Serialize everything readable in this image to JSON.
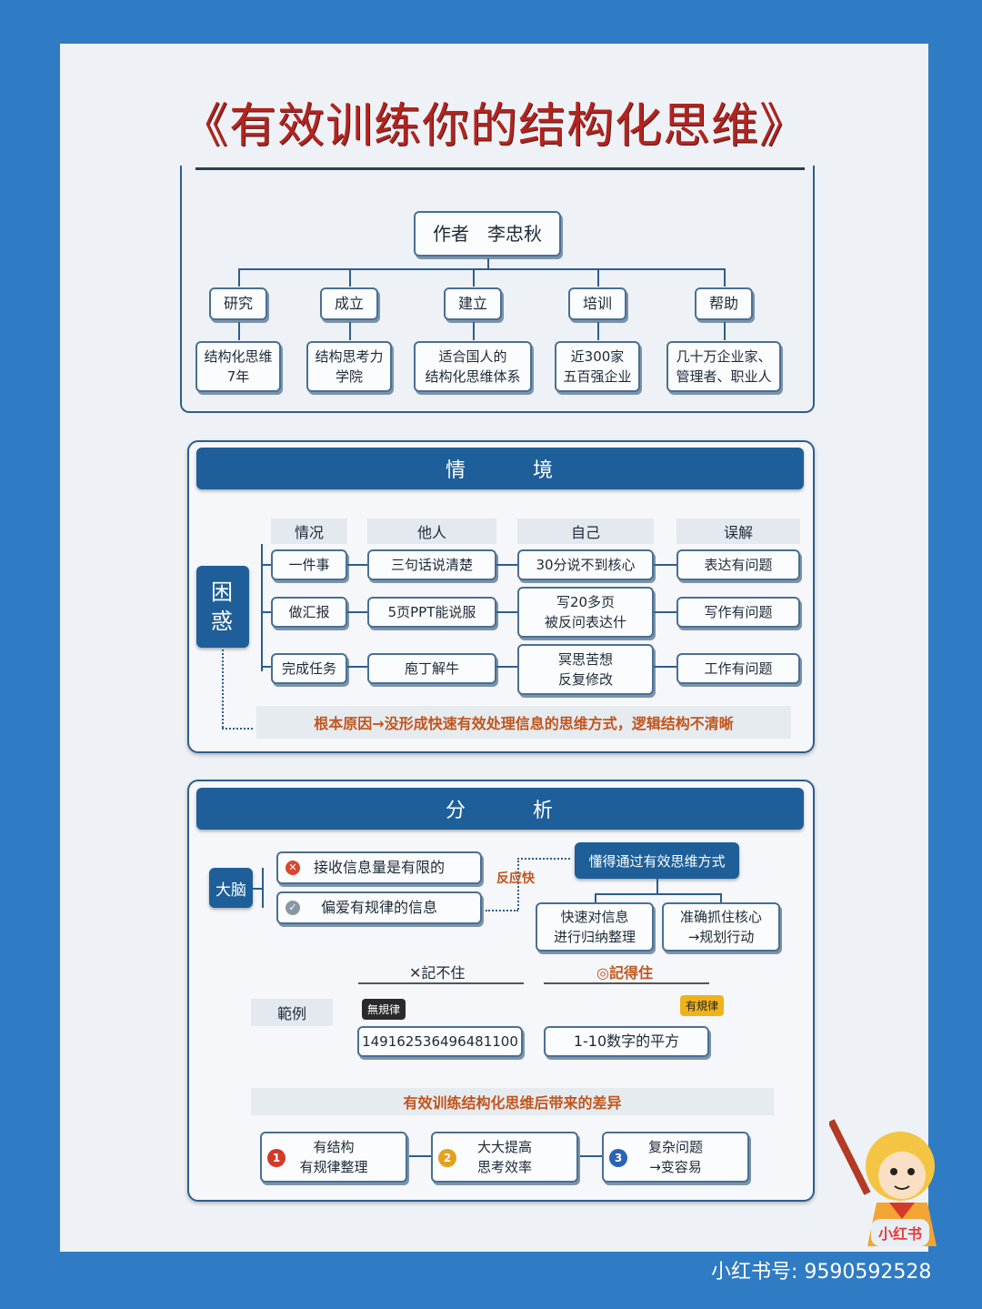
{
  "title": "《有效训练你的结构化思维》",
  "author_box": "作者　李忠秋",
  "author_branches": [
    {
      "label": "研究",
      "detail": "结构化思维\n7年"
    },
    {
      "label": "成立",
      "detail": "结构思考力\n学院"
    },
    {
      "label": "建立",
      "detail": "适合国人的\n结构化思维体系"
    },
    {
      "label": "培训",
      "detail": "近300家\n五百强企业"
    },
    {
      "label": "帮助",
      "detail": "几十万企业家、\n管理者、职业人"
    }
  ],
  "situation": {
    "header": "情　　　境",
    "side_label": "困\n惑",
    "columns": [
      "情况",
      "他人",
      "自己",
      "误解"
    ],
    "rows": [
      [
        "一件事",
        "三句话说清楚",
        "30分说不到核心",
        "表达有问题"
      ],
      [
        "做汇报",
        "5页PPT能说服",
        "写20多页\n被反问表达什",
        "写作有问题"
      ],
      [
        "完成任务",
        "庖丁解牛",
        "冥思苦想\n反复修改",
        "工作有问题"
      ]
    ],
    "root_cause": "根本原因→没形成快速有效处理信息的思维方式，逻辑结构不清晰"
  },
  "analysis": {
    "header": "分　　　析",
    "brain_label": "大脑",
    "brain_items": [
      "接收信息量是有限的",
      "偏爱有规律的信息"
    ],
    "react_label": "反应快",
    "method_box": "懂得通过有效思维方式",
    "method_children": [
      "快速对信息\n进行归纳整理",
      "准确抓住核心\n→规划行动"
    ],
    "cannot_remember": "記不住",
    "can_remember": "記得住",
    "example_label": "範例",
    "irregular_tag": "無規律",
    "regular_tag": "有規律",
    "irregular_value": "149162536496481100",
    "regular_value": "1-10数字的平方",
    "diff_title": "有效训练结构化思维后带来的差异",
    "diffs": [
      {
        "num": "1",
        "text": "有结构\n有规律整理",
        "color": "#d23a2a"
      },
      {
        "num": "2",
        "text": "大大提高\n思考效率",
        "color": "#e3a11d"
      },
      {
        "num": "3",
        "text": "复杂问题\n→变容易",
        "color": "#2a63b8"
      }
    ]
  },
  "watermark": "小红书号: 9590592528",
  "logo_text": "小红书"
}
